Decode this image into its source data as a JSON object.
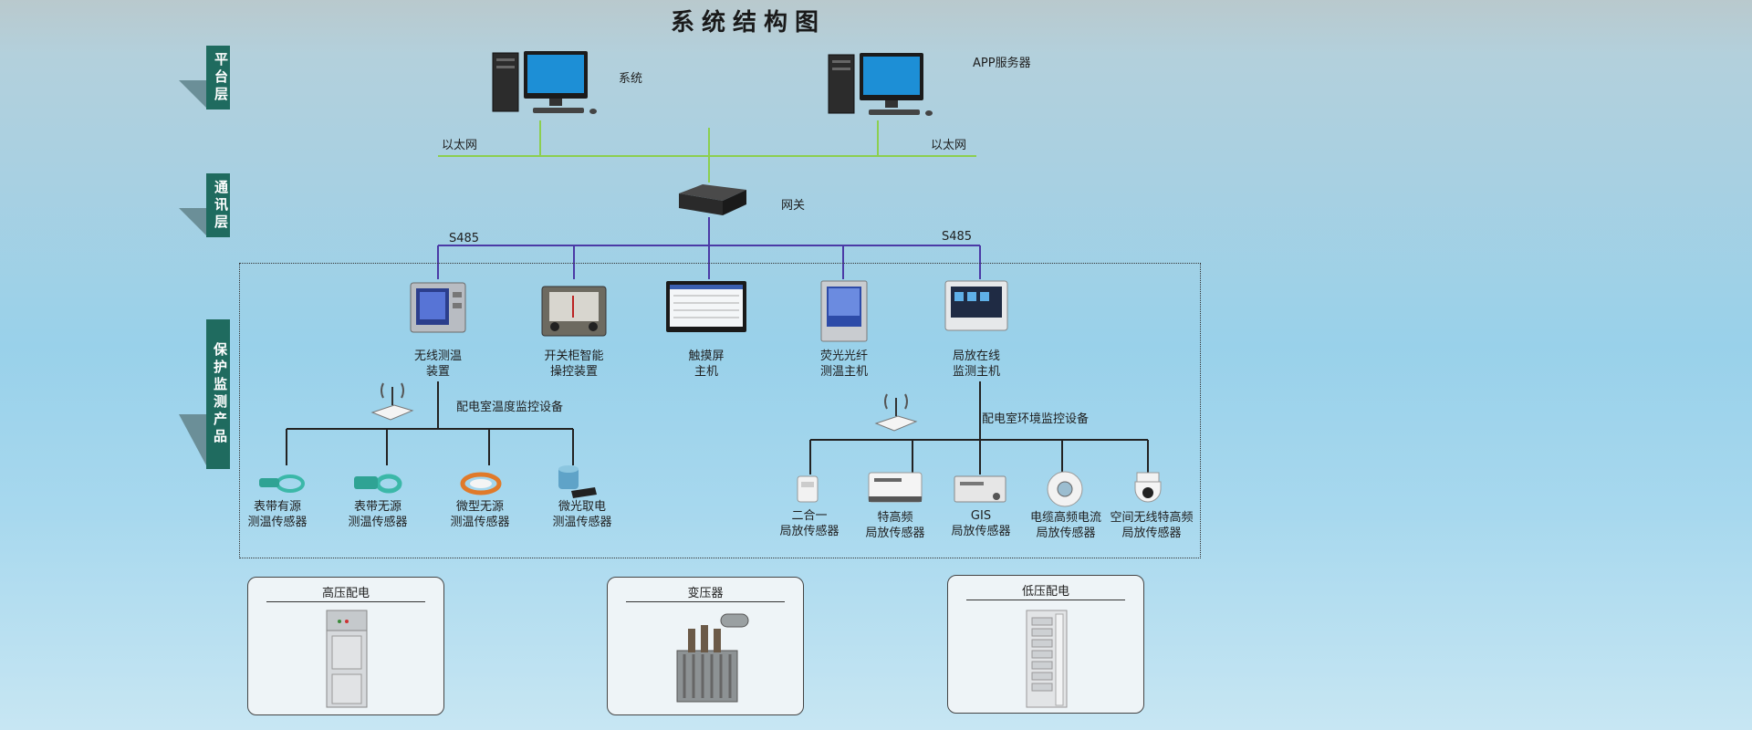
{
  "title": "系统结构图",
  "layers": {
    "platform": "平台层",
    "comm": "通讯层",
    "product": "保护监测产品"
  },
  "platform": {
    "system_label": "系统",
    "app_label": "APP服务器",
    "ethernet_left": "以太网",
    "ethernet_right": "以太网"
  },
  "comm": {
    "gateway_label": "网关",
    "s485_left": "S485",
    "s485_right": "S485"
  },
  "main_devices": [
    {
      "line1": "无线测温",
      "line2": "装置"
    },
    {
      "line1": "开关柜智能",
      "line2": "操控装置"
    },
    {
      "line1": "触摸屏",
      "line2": "主机"
    },
    {
      "line1": "荧光光纤",
      "line2": "测温主机"
    },
    {
      "line1": "局放在线",
      "line2": "监测主机"
    }
  ],
  "temp_group_label": "配电室温度监控设备",
  "env_group_label": "配电室环境监控设备",
  "temp_sensors": [
    {
      "line1": "表带有源",
      "line2": "测温传感器"
    },
    {
      "line1": "表带无源",
      "line2": "测温传感器"
    },
    {
      "line1": "微型无源",
      "line2": "测温传感器"
    },
    {
      "line1": "微光取电",
      "line2": "测温传感器"
    }
  ],
  "pd_sensors": [
    {
      "line1": "二合一",
      "line2": "局放传感器"
    },
    {
      "line1": "特高频",
      "line2": "局放传感器"
    },
    {
      "line1": "GIS",
      "line2": "局放传感器"
    },
    {
      "line1": "电缆高频电流",
      "line2": "局放传感器"
    },
    {
      "line1": "空间无线特高频",
      "line2": "局放传感器"
    }
  ],
  "panels": [
    {
      "title": "高压配电"
    },
    {
      "title": "变压器"
    },
    {
      "title": "低压配电"
    }
  ],
  "colors": {
    "layer_bg": "#1f6b5f",
    "ethernet_line": "#8ccf4f",
    "rs485_line": "#4b3aa6",
    "sensor_line": "#222222"
  }
}
